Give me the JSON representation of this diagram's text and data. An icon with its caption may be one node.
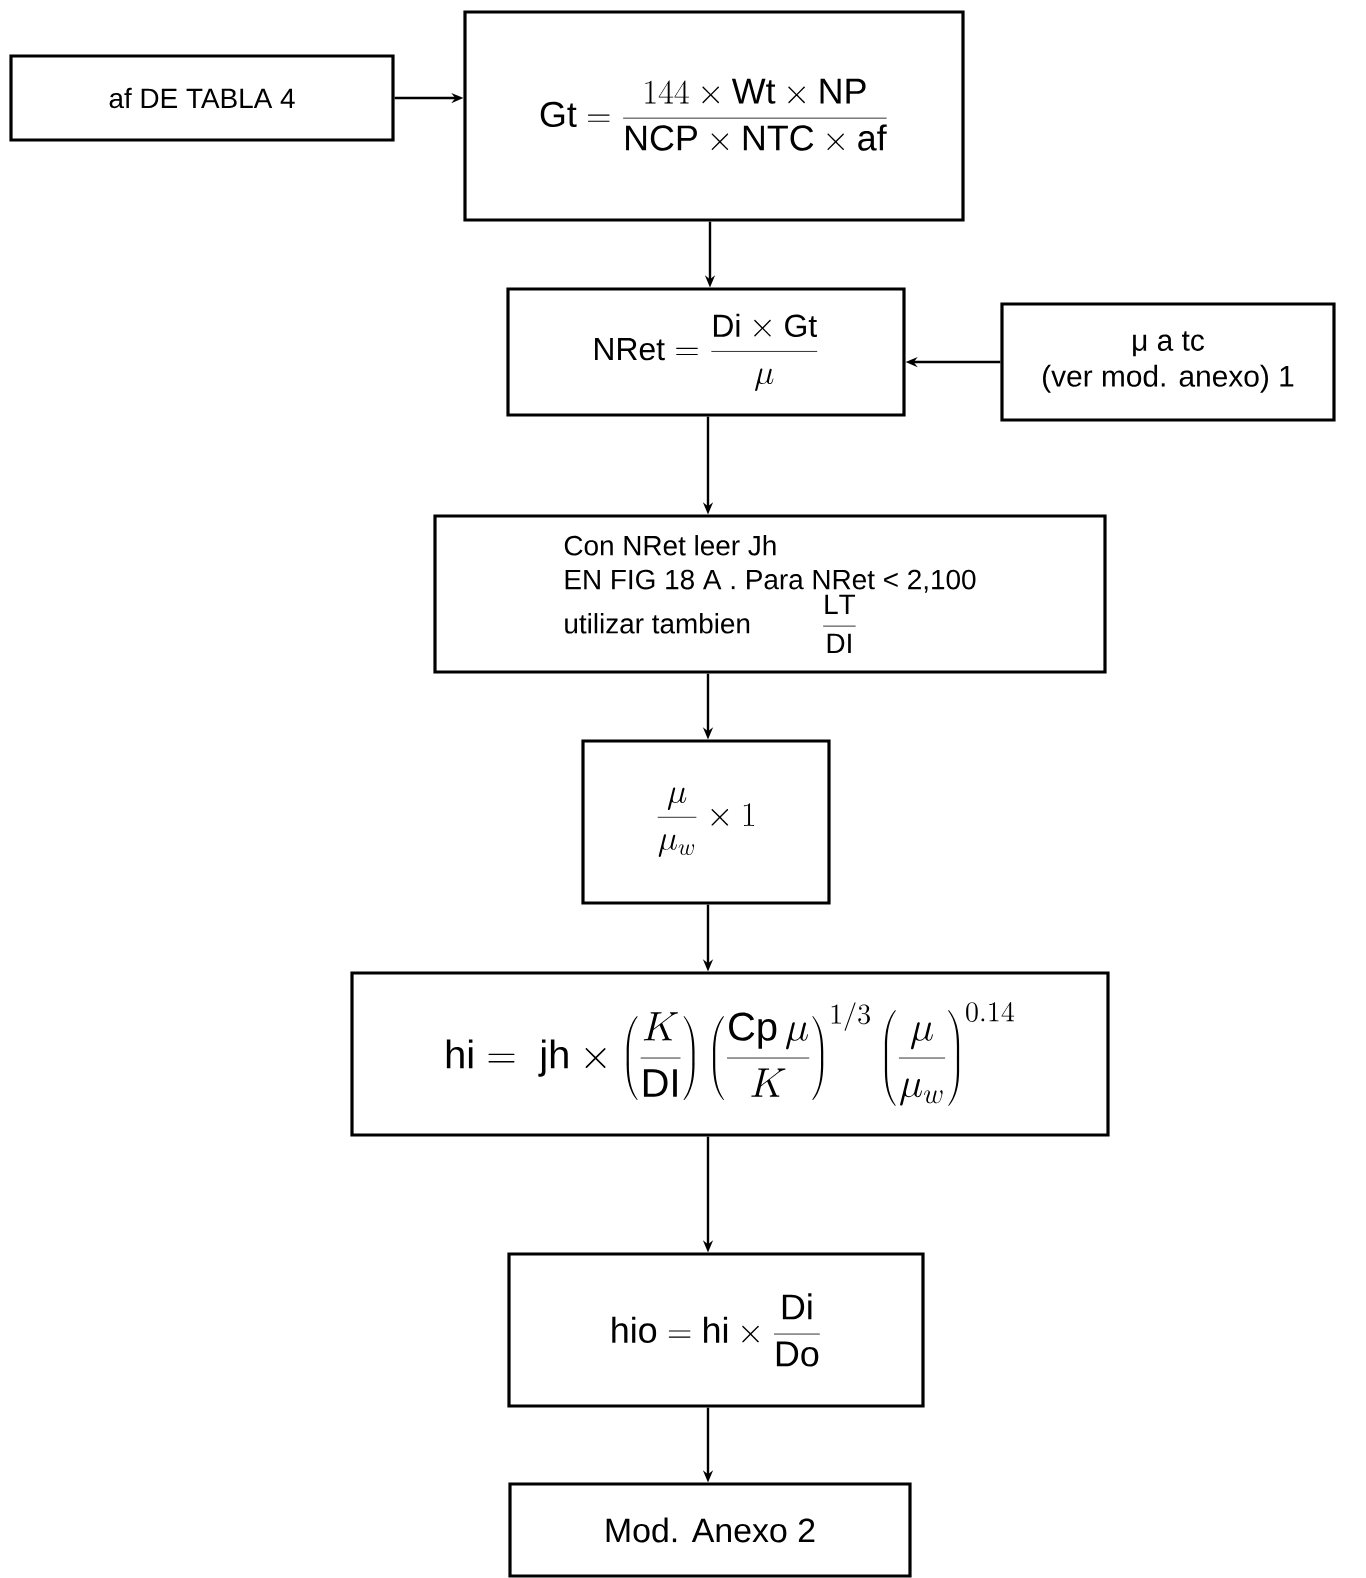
{
  "diagram": {
    "nodes": [
      {
        "text": [
          "af DE TABLA 4"
        ]
      },
      {
        "text": [
          "\\mathrm{Gt}=\\frac{144\\times \\mathrm{Wt}\\times \\mathrm{NP}}{\\mathrm{NCP}\\times \\mathrm{NTC}\\times \\mathrm{af}}"
        ]
      },
      {
        "text": [
          "\\mathrm{NRet}=\\frac{\\mathrm{Di}\\times \\mathrm{Gt}}{\\mu}"
        ]
      },
      {
        "text": [
          "μ a tc",
          "(ver mod. anexo) 1"
        ]
      },
      {
        "text": [
          "Con NRet leer Jh",
          "EN FIG 18 A . Para NRet < 2,100",
          "utilizar tambien",
          "\\frac{\\mathrm{LT}}{\\mathrm{DI}}"
        ]
      },
      {
        "text": [
          "\\frac{\\mu}{\\mu_w}\\times 1"
        ]
      },
      {
        "text": [
          "\\mathrm{hi}=\\;\\mathrm{jh}\\times\\left(\\frac{K}{\\mathrm{DI}}\\right)\\left(\\frac{\\mathrm{Cp}\\,\\mu}{K}\\right)^{1/3}\\left(\\frac{\\mu}{\\mu_w}\\right)^{0.14}"
        ]
      },
      {
        "text": [
          "\\mathrm{hio}=\\mathrm{hi}\\times\\frac{\\mathrm{Di}}{\\mathrm{Do}}"
        ]
      },
      {
        "text": [
          "Mod. Anexo 2"
        ]
      }
    ],
    "edges": [
      {
        "from": 0,
        "to": 1,
        "arrow": "to"
      },
      {
        "from": 1,
        "to": 2,
        "arrow": "to"
      },
      {
        "from": 3,
        "to": 2,
        "arrow": "to"
      },
      {
        "from": 2,
        "to": 4,
        "arrow": "to"
      },
      {
        "from": 4,
        "to": 5,
        "arrow": "to"
      },
      {
        "from": 5,
        "to": 6,
        "arrow": "to"
      },
      {
        "from": 6,
        "to": 7,
        "arrow": "to"
      },
      {
        "from": 7,
        "to": 8,
        "arrow": "to"
      }
    ]
  }
}
